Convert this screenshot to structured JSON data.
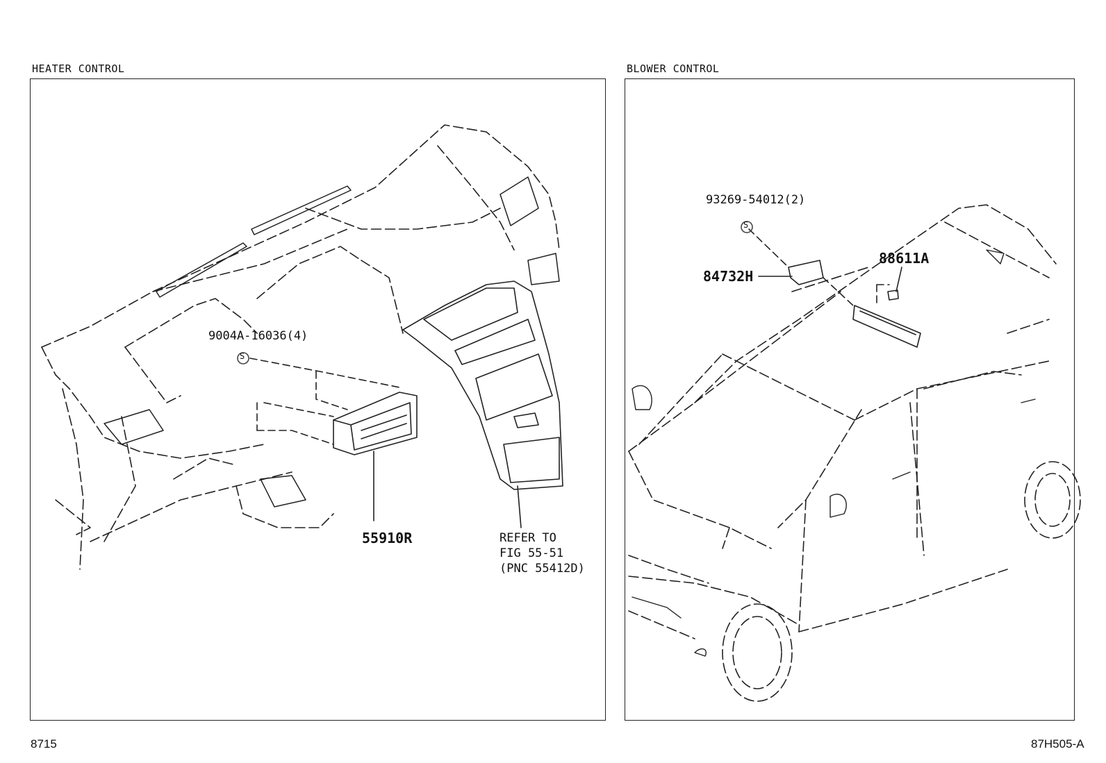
{
  "panels": {
    "heater": {
      "title": "HEATER CONTROL"
    },
    "blower": {
      "title": "BLOWER CONTROL"
    }
  },
  "labels": {
    "screw_heater": "9004A-16036(4)",
    "heater_unit": "55910R",
    "refer_line1": "REFER TO",
    "refer_line2": "FIG 55-51",
    "refer_line3": "(PNC 55412D)",
    "screw_blower": "93269-54012(2)",
    "blower_switch": "84732H",
    "clip": "88611A",
    "s_marker": "S"
  },
  "footer": {
    "left": "8715",
    "right": "87H505-A"
  }
}
